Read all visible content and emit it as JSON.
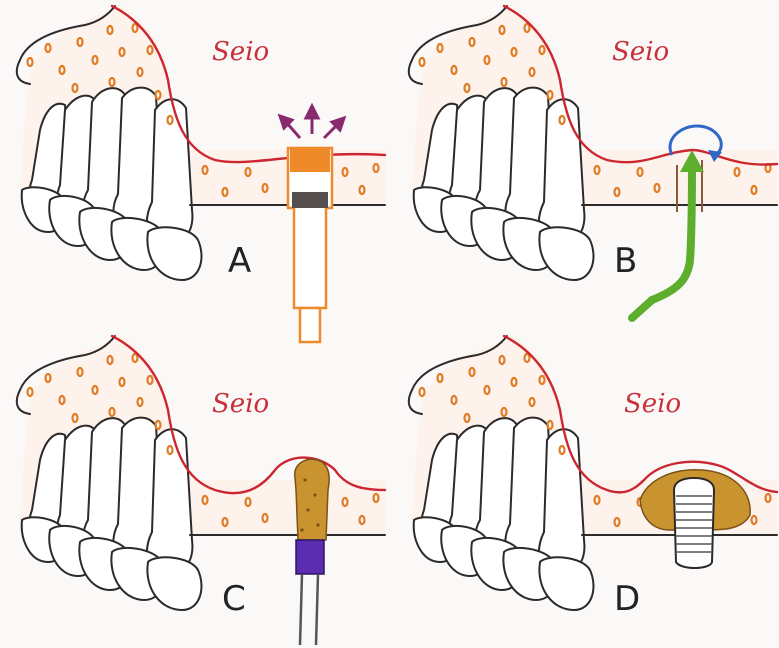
{
  "panels": [
    {
      "id": "A",
      "label": "A",
      "sinus_label": "Seio",
      "tool": "osteotome"
    },
    {
      "id": "B",
      "label": "B",
      "sinus_label": "Seio",
      "tool": "elevator"
    },
    {
      "id": "C",
      "label": "C",
      "sinus_label": "Seio",
      "tool": "graft-condenser"
    },
    {
      "id": "D",
      "label": "D",
      "sinus_label": "Seio",
      "tool": "implant"
    }
  ],
  "colors": {
    "sinus_line": "#cc2631",
    "bone_dots": "#e07d24",
    "osteotome": "#ef8a2a",
    "elevator": "#5cae2c",
    "membrane_arrow": "#2f68c9",
    "graft": "#c9932f",
    "condenser_tip": "#5a2db0",
    "push_arrows": "#8a2a6e"
  }
}
